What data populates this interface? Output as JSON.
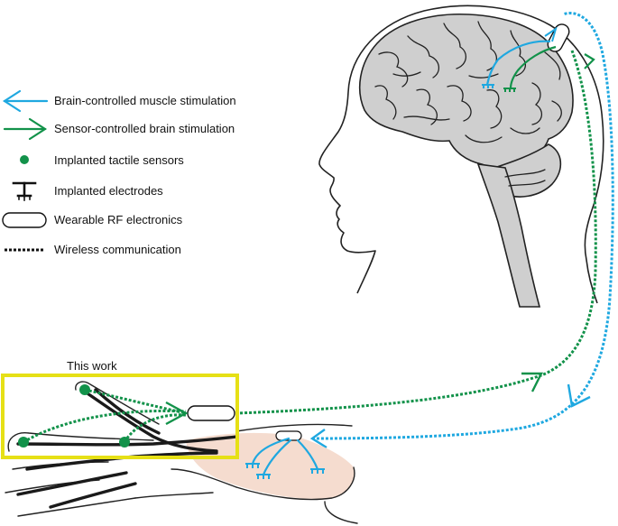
{
  "legend": {
    "items": [
      {
        "label": "Brain-controlled muscle stimulation",
        "icon": "blue-arrow-icon"
      },
      {
        "label": "Sensor-controlled brain stimulation",
        "icon": "green-arrow-icon"
      },
      {
        "label": "Implanted tactile sensors",
        "icon": "green-dot-icon"
      },
      {
        "label": "Implanted electrodes",
        "icon": "electrode-icon"
      },
      {
        "label": "Wearable RF electronics",
        "icon": "rounded-rect-icon"
      },
      {
        "label": "Wireless communication",
        "icon": "dotted-line-icon"
      }
    ]
  },
  "highlight": {
    "label": "This work"
  },
  "colors": {
    "blue": "#1fa8e0",
    "green": "#12924a",
    "yellow": "#e6e016",
    "brain": "#cfcfcf",
    "skin": "#f5dccf",
    "outline": "#222222"
  }
}
